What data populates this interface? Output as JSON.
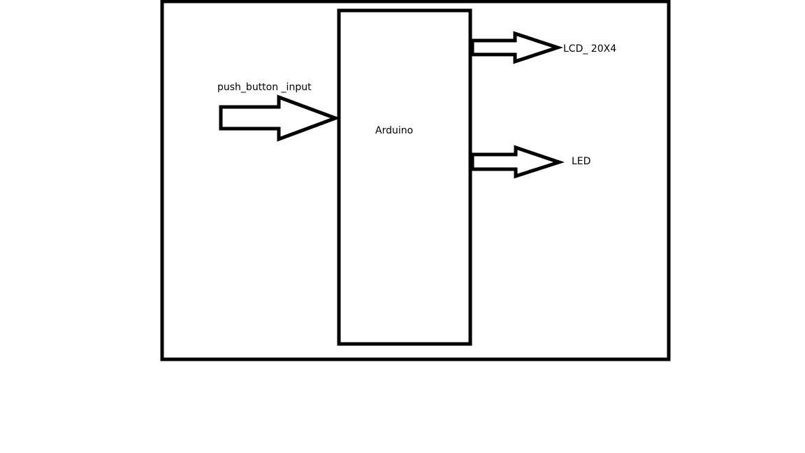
{
  "diagram": {
    "nodes": {
      "mcu": {
        "label": "Arduino"
      },
      "input": {
        "label": "push_button _input"
      },
      "lcd": {
        "label": "LCD_ 20X4"
      },
      "led": {
        "label": "LED"
      }
    },
    "edges": [
      {
        "from": "input",
        "to": "mcu"
      },
      {
        "from": "mcu",
        "to": "lcd"
      },
      {
        "from": "mcu",
        "to": "led"
      }
    ],
    "colors": {
      "stroke": "#000000",
      "background": "#ffffff"
    }
  }
}
